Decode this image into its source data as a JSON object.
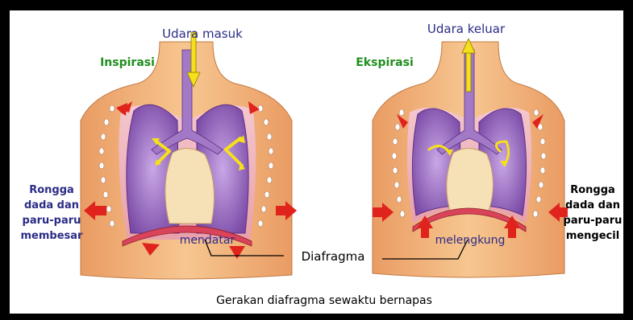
{
  "left_panel": {
    "title": "Inspirasi",
    "air_label": "Udara masuk",
    "side_label_line1": "Rongga",
    "side_label_line2": "dada dan",
    "side_label_line3": "paru-paru",
    "side_label_line4": "membesar",
    "diaphragm_state": "mendatar"
  },
  "right_panel": {
    "title": "Ekspirasi",
    "air_label": "Udara keluar",
    "side_label_line1": "Rongga",
    "side_label_line2": "dada dan",
    "side_label_line3": "paru-paru",
    "side_label_line4": "mengecil",
    "diaphragm_state": "melengkung"
  },
  "diaphragm_label": "Diafragma",
  "caption": "Gerakan diafragma sewaktu bernapas",
  "colors": {
    "skin": "#f2b67c",
    "lung": "#9f73c8",
    "heart": "#f5dcb0",
    "arrow_red": "#e0231c",
    "arrow_yellow": "#f6df1b",
    "title_green": "#1f8f1f",
    "label_navy": "#2b2c86"
  }
}
